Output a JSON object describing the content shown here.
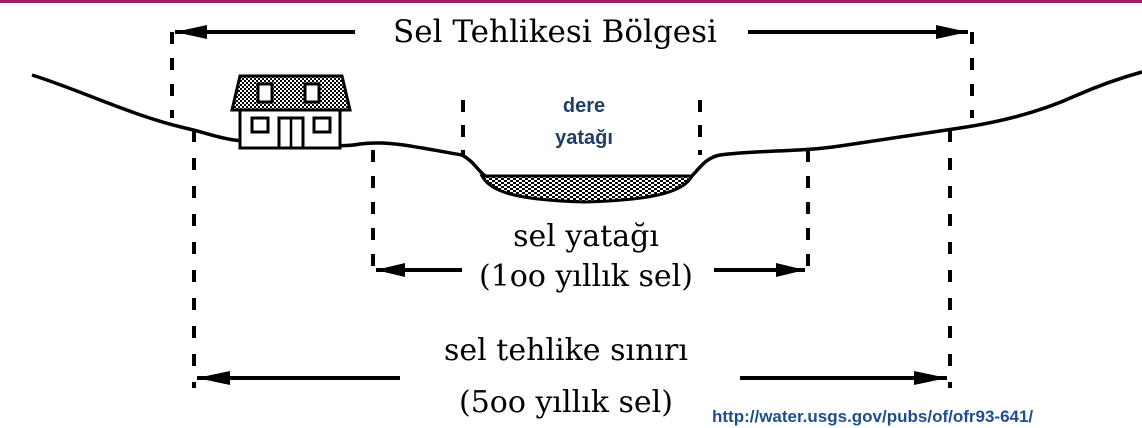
{
  "colors": {
    "top_border": "#9b1b6e",
    "ink": "#000000",
    "label_blue": "#1f3f66",
    "url_blue": "#1f4e8c"
  },
  "labels": {
    "zone_title": "Sel Tehlikesi Bölgesi",
    "stream_bed_line1": "dere",
    "stream_bed_line2": "yatağı",
    "floodway_line1": "sel yatağı",
    "floodway_line2": "(1oo yıllık sel)",
    "hazard_limit_line1": "sel tehlike sınırı",
    "hazard_limit_line2": "(5oo yıllık sel)",
    "source_url": "http://water.usgs.gov/pubs/of/ofr93-641/"
  },
  "icons": [
    "house-icon"
  ]
}
